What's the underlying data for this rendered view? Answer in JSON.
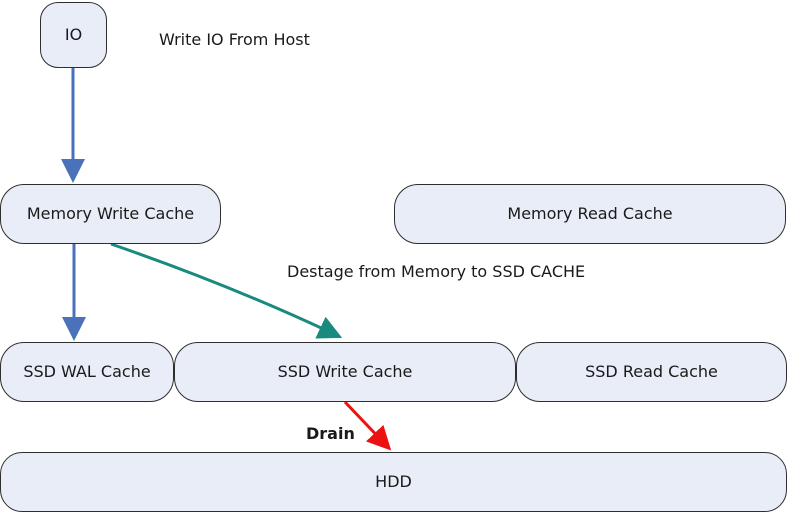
{
  "nodes": {
    "io": "IO",
    "memory_write_cache": "Memory Write Cache",
    "memory_read_cache": "Memory Read Cache",
    "ssd_wal_cache": "SSD WAL Cache",
    "ssd_write_cache": "SSD Write Cache",
    "ssd_read_cache": "SSD Read Cache",
    "hdd": "HDD"
  },
  "labels": {
    "write_from_host": "Write IO From Host",
    "destage": "Destage from Memory to SSD CACHE",
    "drain": "Drain"
  },
  "colors": {
    "box_fill": "#e8edf7",
    "box_border": "#2e2e2e",
    "arrow_blue": "#4a72b8",
    "arrow_teal": "#1a8a7e",
    "arrow_red": "#ee1111"
  }
}
